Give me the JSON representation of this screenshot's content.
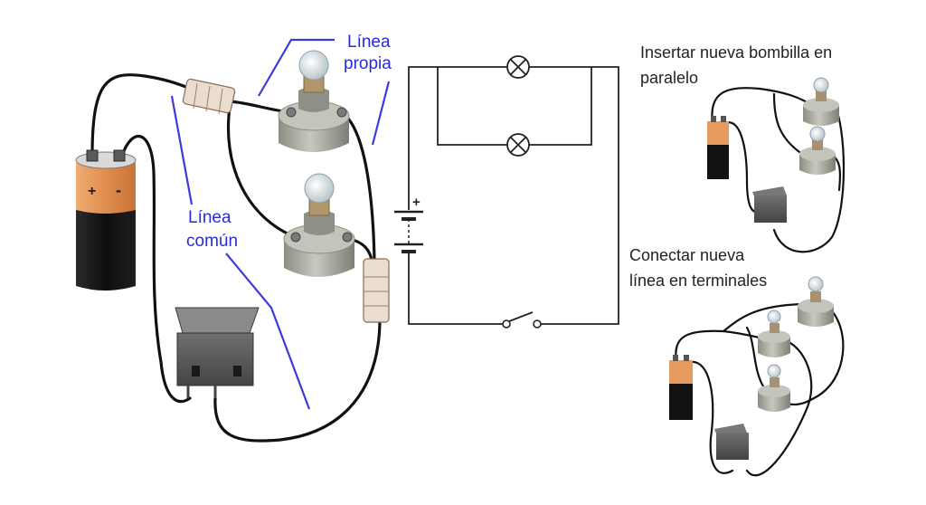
{
  "labels": {
    "own_line": [
      "Línea",
      "propia"
    ],
    "common_line": [
      "Línea",
      "común"
    ],
    "parallel_bulb": [
      "Insertar nueva bombilla en",
      "paralelo"
    ],
    "terminal_line": [
      "Conectar nueva",
      "línea en terminales"
    ]
  },
  "battery": {
    "plus": "+",
    "minus": "-"
  },
  "schematic": {
    "plus": "+"
  },
  "colors": {
    "label_blue": "#2a2ad8",
    "wire": "#111111",
    "battery_orange": "#e69a5e",
    "battery_black": "#141414",
    "bulb_base": "#a9ab9f"
  }
}
